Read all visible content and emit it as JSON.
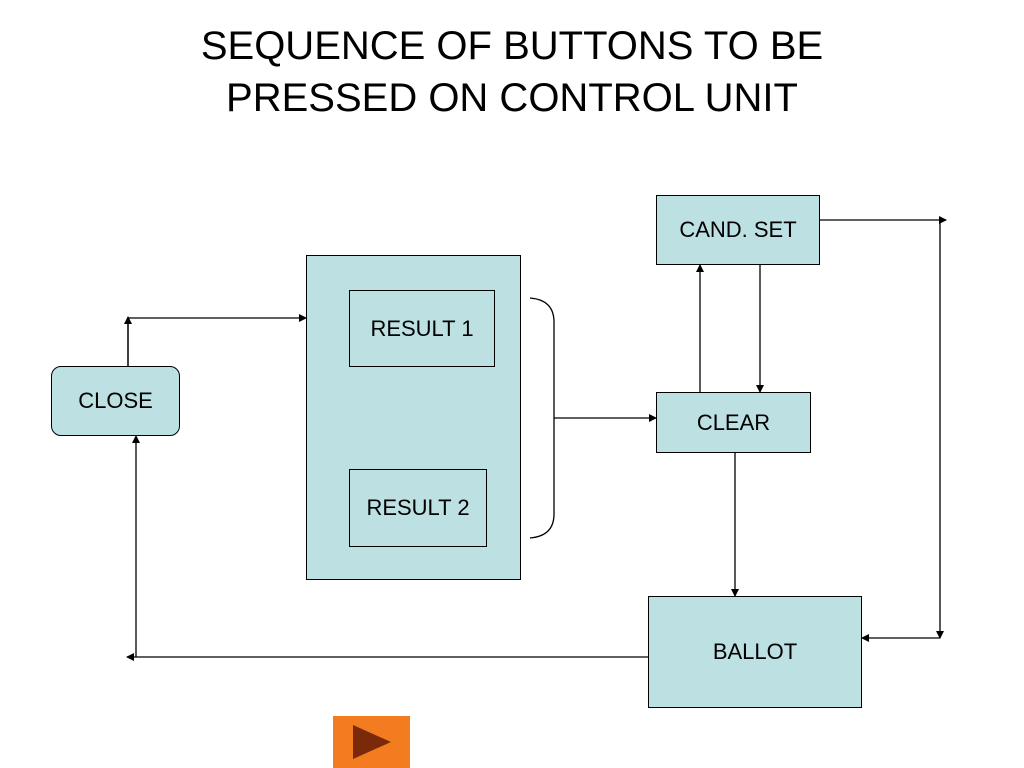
{
  "slide": {
    "title_line1": "SEQUENCE OF BUTTONS TO BE",
    "title_line2": "PRESSED ON CONTROL UNIT"
  },
  "nodes": {
    "close": "CLOSE",
    "result1": "RESULT 1",
    "result2": "RESULT 2",
    "cand_set": "CAND. SET",
    "clear": "CLEAR",
    "ballot": "BALLOT"
  },
  "colors": {
    "box_fill": "#bde0e3",
    "stroke": "#000000",
    "nav_button": "#f47c20",
    "nav_triangle": "#7a2a08"
  },
  "navigation": {
    "next_icon": "play-triangle-icon"
  }
}
